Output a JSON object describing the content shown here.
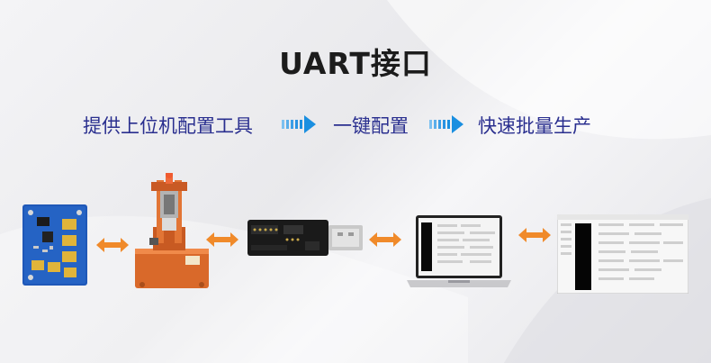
{
  "title": "UART接口",
  "steps": [
    "提供上位机配置工具",
    "一键配置",
    "快速批量生产"
  ],
  "icons": {
    "step_arrow": "double-chevron-arrow-icon",
    "link_arrow": "bidirectional-arrow-icon"
  },
  "devices": [
    {
      "name": "sensor-module-board"
    },
    {
      "name": "test-fixture"
    },
    {
      "name": "usb-uart-adapter"
    },
    {
      "name": "laptop"
    },
    {
      "name": "config-software-window"
    }
  ],
  "colors": {
    "title": "#1c1c1c",
    "steps": "#2a2f8f",
    "step_arrow": "#1a8fe0",
    "link_arrow": "#f08a2a",
    "board": "#1f58b8",
    "fixture": "#d9692a",
    "adapter": "#1a1a1a"
  }
}
